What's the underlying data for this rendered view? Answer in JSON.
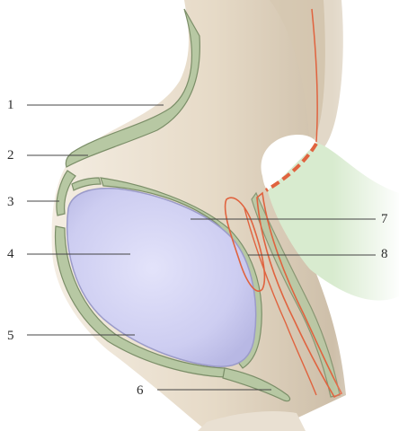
{
  "labels": {
    "l1": "1",
    "l2": "2",
    "l3": "3",
    "l4": "4",
    "l5": "5",
    "l6": "6",
    "l7": "7",
    "l8": "8"
  },
  "colors": {
    "tissue": "#e7dccb",
    "tissue_shadow": "#cdbfa9",
    "membrane": "#b9c9a6",
    "membrane_stroke": "#7d8f6a",
    "lobe": "#cfcff2",
    "lobe_stroke": "#9a9ac8",
    "vessel": "#e0633f",
    "mint_region": "#d9ecd0",
    "leader_line": "#444444"
  }
}
